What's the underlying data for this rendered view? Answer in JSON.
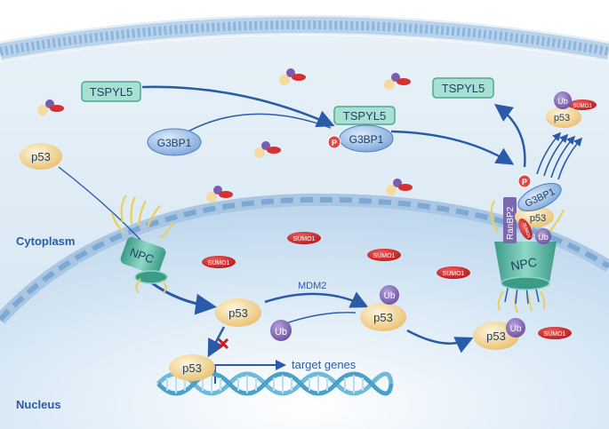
{
  "regions": {
    "cytoplasm": "Cytoplasm",
    "nucleus": "Nucleus"
  },
  "molecules": {
    "tspyl5_left": "TSPYL5",
    "tspyl5_mid": "TSPYL5",
    "tspyl5_right": "TSPYL5",
    "g3bp1_left": "G3BP1",
    "g3bp1_mid": "G3BP1",
    "g3bp1_complex": "G3BP1",
    "p53_cyto": "p53",
    "p53_nuc_center": "p53",
    "p53_ub_nuc": "p53",
    "p53_dna": "p53",
    "p53_export": "p53",
    "p53_complex": "p53",
    "p53_exported_top": "p53",
    "ranbp2": "RanBP2",
    "npc_left": "NPC",
    "npc_right": "NPC",
    "mdm2": "MDM2",
    "target_genes": "target genes",
    "phospho": "P",
    "ub": "Ub",
    "sumo": "SUMO1"
  },
  "colors": {
    "cytoplasm_bg": "#dbe9f4",
    "nucleus_bg": "#c9def0",
    "membrane": "#a8c6e2",
    "arrow": "#2b5ba8",
    "tspyl5_fill": "#a8e0d4",
    "g3bp1_fill": "#a9c8ec",
    "p53_fill": "#f4dca0",
    "ub_fill": "#8a6fb8",
    "sumo_fill": "#d63030",
    "phospho_fill": "#e04848",
    "npc_fill": "#4fb3a0",
    "dna_strand": "#6fb8d8"
  }
}
